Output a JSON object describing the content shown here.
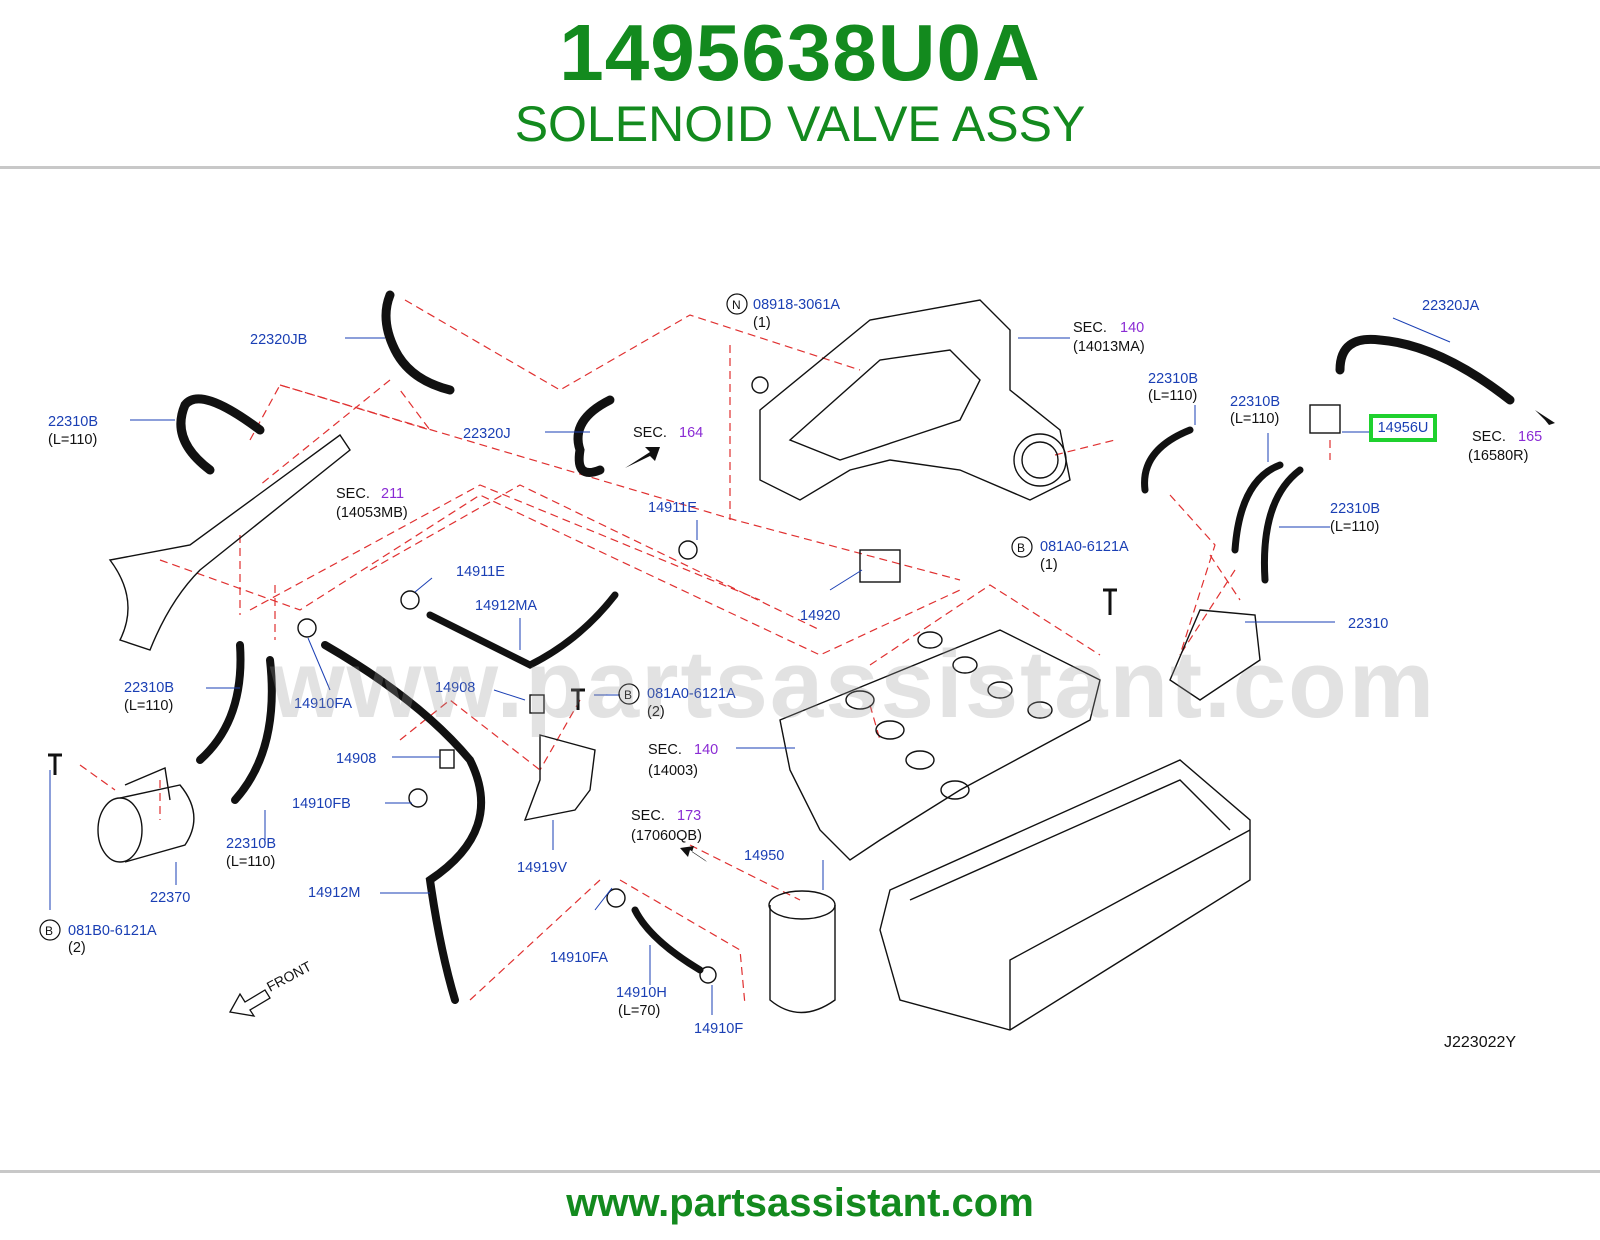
{
  "header": {
    "part_number": "1495638U0A",
    "part_name": "SOLENOID VALVE ASSY"
  },
  "footer": {
    "url": "www.partsassistant.com"
  },
  "watermark": "www.partsassistant.com",
  "colors": {
    "brand_green": "#138a1e",
    "label_blue": "#1a3fb4",
    "section_purple": "#8a2bd4",
    "leader_red": "#e03030",
    "highlight_green": "#1fd12e"
  },
  "diagram": {
    "code": "J223022Y",
    "highlighted_part": "14956U",
    "front_label": "FRONT",
    "labels": {
      "p22320JB": "22320JB",
      "p22310B_a": "22310B",
      "p22310B_a_len": "(L=110)",
      "p22320J": "22320J",
      "sec164_sec": "SEC.",
      "sec164_num": "164",
      "sec211_sec": "SEC.",
      "sec211_num": "211",
      "sec211_ref": "(14053MB)",
      "n_mark": "N",
      "p08918": "08918-3061A",
      "p08918_qty": "(1)",
      "sec140a_sec": "SEC.",
      "sec140a_num": "140",
      "sec140a_ref": "(14013MA)",
      "p22310B_b": "22310B",
      "p22310B_b_len": "(L=110)",
      "p22310B_c": "22310B",
      "p22310B_c_len": "(L=110)",
      "p22320JA": "22320JA",
      "sec165_sec": "SEC.",
      "sec165_num": "165",
      "sec165_ref": "(16580R)",
      "p22310B_d": "22310B",
      "p22310B_d_len": "(L=110)",
      "p14911E_a": "14911E",
      "p14911E_b": "14911E",
      "p14912MA": "14912MA",
      "p14920": "14920",
      "b_mark_a": "B",
      "p081A0_a": "081A0-6121A",
      "p081A0_a_qty": "(1)",
      "p22310": "22310",
      "p14910FA_a": "14910FA",
      "p14908_a": "14908",
      "b_mark_b": "B",
      "p081A0_b": "081A0-6121A",
      "p081A0_b_qty": "(2)",
      "p22310B_e": "22310B",
      "p22310B_e_len": "(L=110)",
      "sec140b_sec": "SEC.",
      "sec140b_num": "140",
      "sec140b_ref": "(14003)",
      "p14908_b": "14908",
      "p14910FB": "14910FB",
      "p22310B_f": "22310B",
      "p22310B_f_len": "(L=110)",
      "sec173_sec": "SEC.",
      "sec173_num": "173",
      "sec173_ref": "(17060QB)",
      "p14919V": "14919V",
      "p14950": "14950",
      "p22370": "22370",
      "p14912M": "14912M",
      "b_mark_c": "B",
      "p081B0": "081B0-6121A",
      "p081B0_qty": "(2)",
      "p14910FA_b": "14910FA",
      "p14910H": "14910H",
      "p14910H_len": "(L=70)",
      "p14910F": "14910F"
    }
  }
}
